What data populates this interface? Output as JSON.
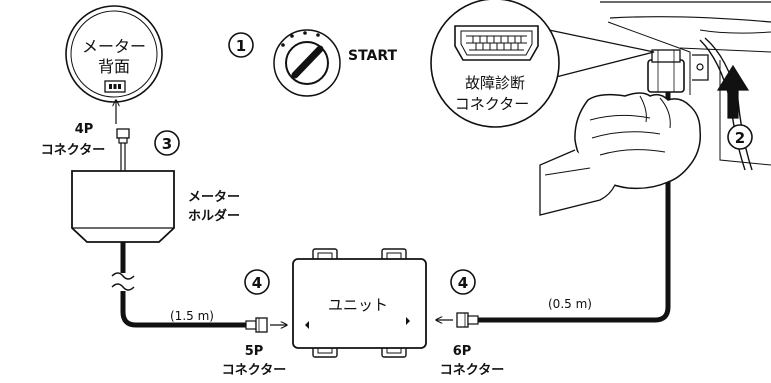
{
  "meter_back": {
    "line1": "メーター",
    "line2": "背面"
  },
  "steps": {
    "s1": "1",
    "s2": "2",
    "s3": "3",
    "s4a": "4",
    "s4b": "4"
  },
  "start_label": "START",
  "obd": {
    "line1": "故障診断",
    "line2": "コネクター"
  },
  "connector_4p": {
    "line1": "4P",
    "line2": "コネクター"
  },
  "meter_holder": {
    "line1": "メーター",
    "line2": "ホルダー"
  },
  "unit_label": "ユニット",
  "cable_left_length": "(1.5 m)",
  "cable_right_length": "(0.5 m)",
  "connector_5p": {
    "line1": "5P",
    "line2": "コネクター"
  },
  "connector_6p": {
    "line1": "6P",
    "line2": "コネクター"
  }
}
